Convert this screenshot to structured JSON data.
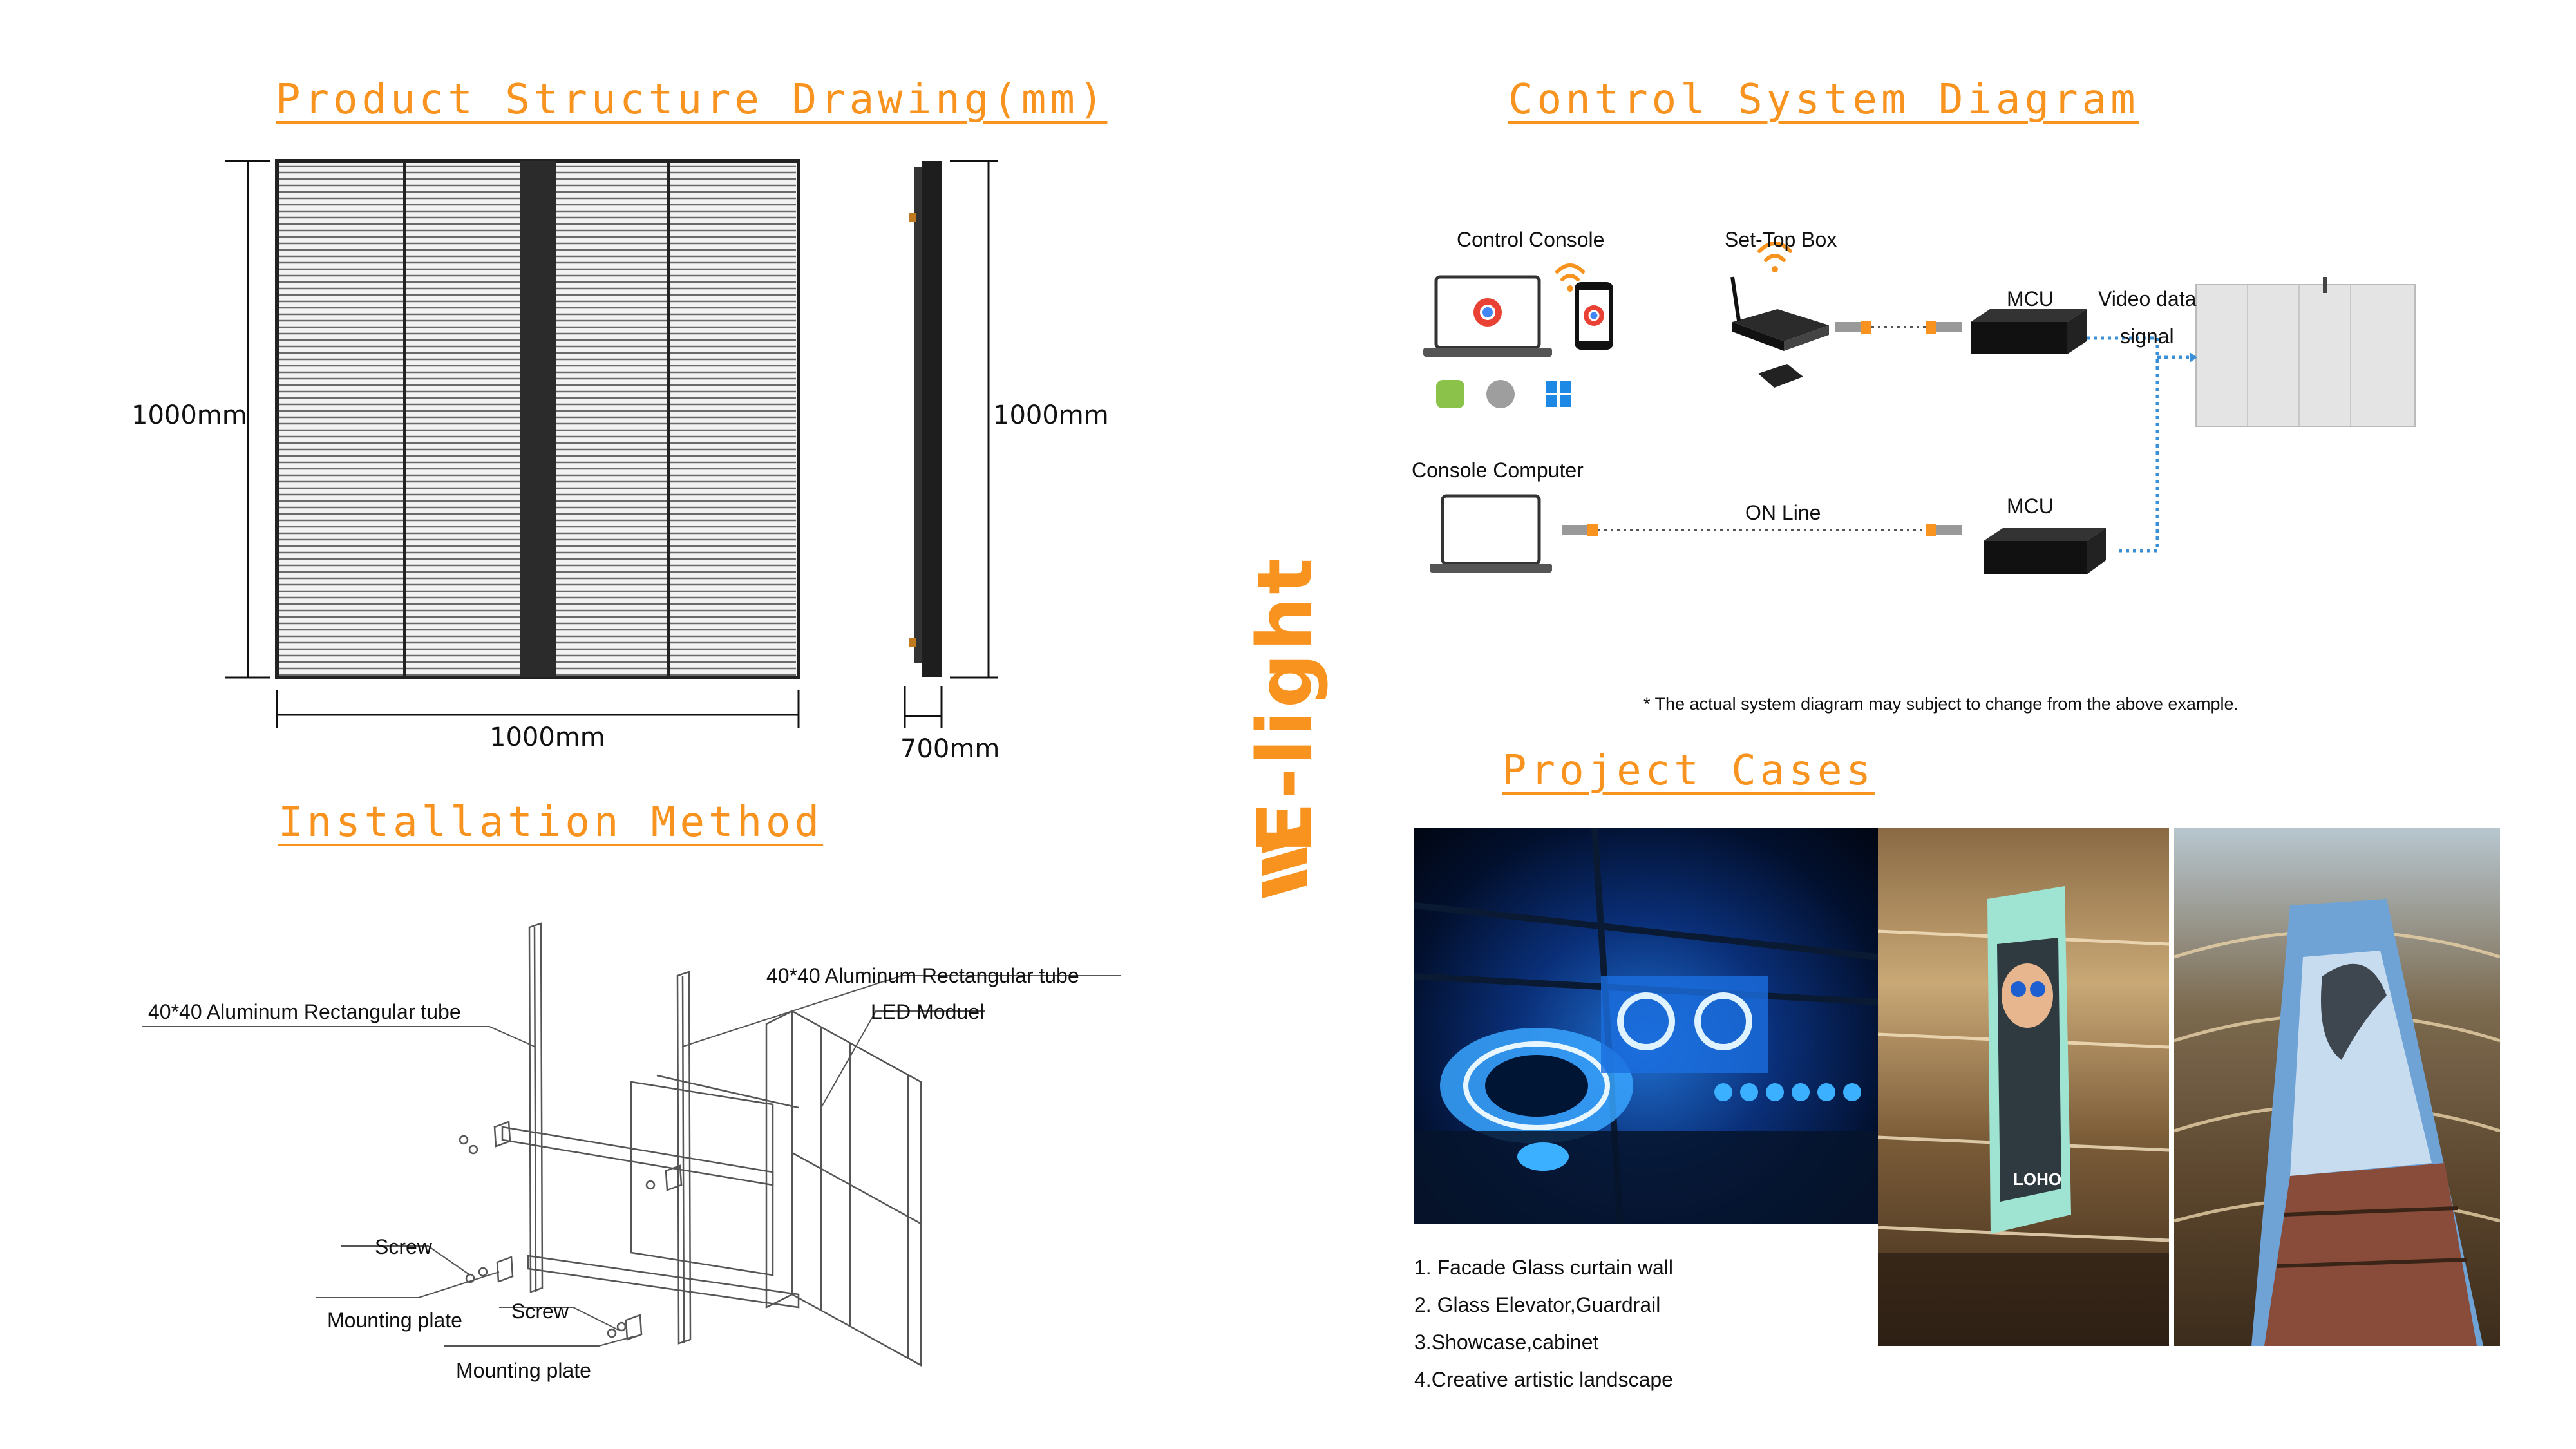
{
  "structure": {
    "title": "Product Structure Drawing(mm)",
    "height_left": "1000mm",
    "height_right": "1000mm",
    "width_bottom": "1000mm",
    "depth_bottom": "700mm"
  },
  "install": {
    "title": "Installation Method",
    "tube_left": "40*40 Aluminum Rectangular tube",
    "tube_right": "40*40 Aluminum Rectangular tube",
    "led_module": "LED Moduel",
    "screw_1": "Screw",
    "mounting_1": "Mounting plate",
    "screw_2": "Screw",
    "mounting_2": "Mounting plate"
  },
  "brand": {
    "logo_text": "E-light",
    "logo_color": "#f7931e"
  },
  "control": {
    "title": "Control System Diagram",
    "control_console": "Control Console",
    "set_top_box": "Set-Top Box",
    "mcu_top": "MCU",
    "video_data": "Video data",
    "signal": "signal",
    "console_computer": "Console Computer",
    "on_line": "ON Line",
    "mcu_bottom": "MCU",
    "note": "* The actual system diagram may subject to change from the above example."
  },
  "cases": {
    "title": "Project Cases",
    "items": [
      "1. Facade Glass curtain wall",
      "2. Glass Elevator,Guardrail",
      "3.Showcase,cabinet",
      "4.Creative artistic landscape"
    ],
    "photo_label": "LOHO"
  },
  "colors": {
    "accent": "#f7931e",
    "link_blue": "#3a8fd6"
  }
}
